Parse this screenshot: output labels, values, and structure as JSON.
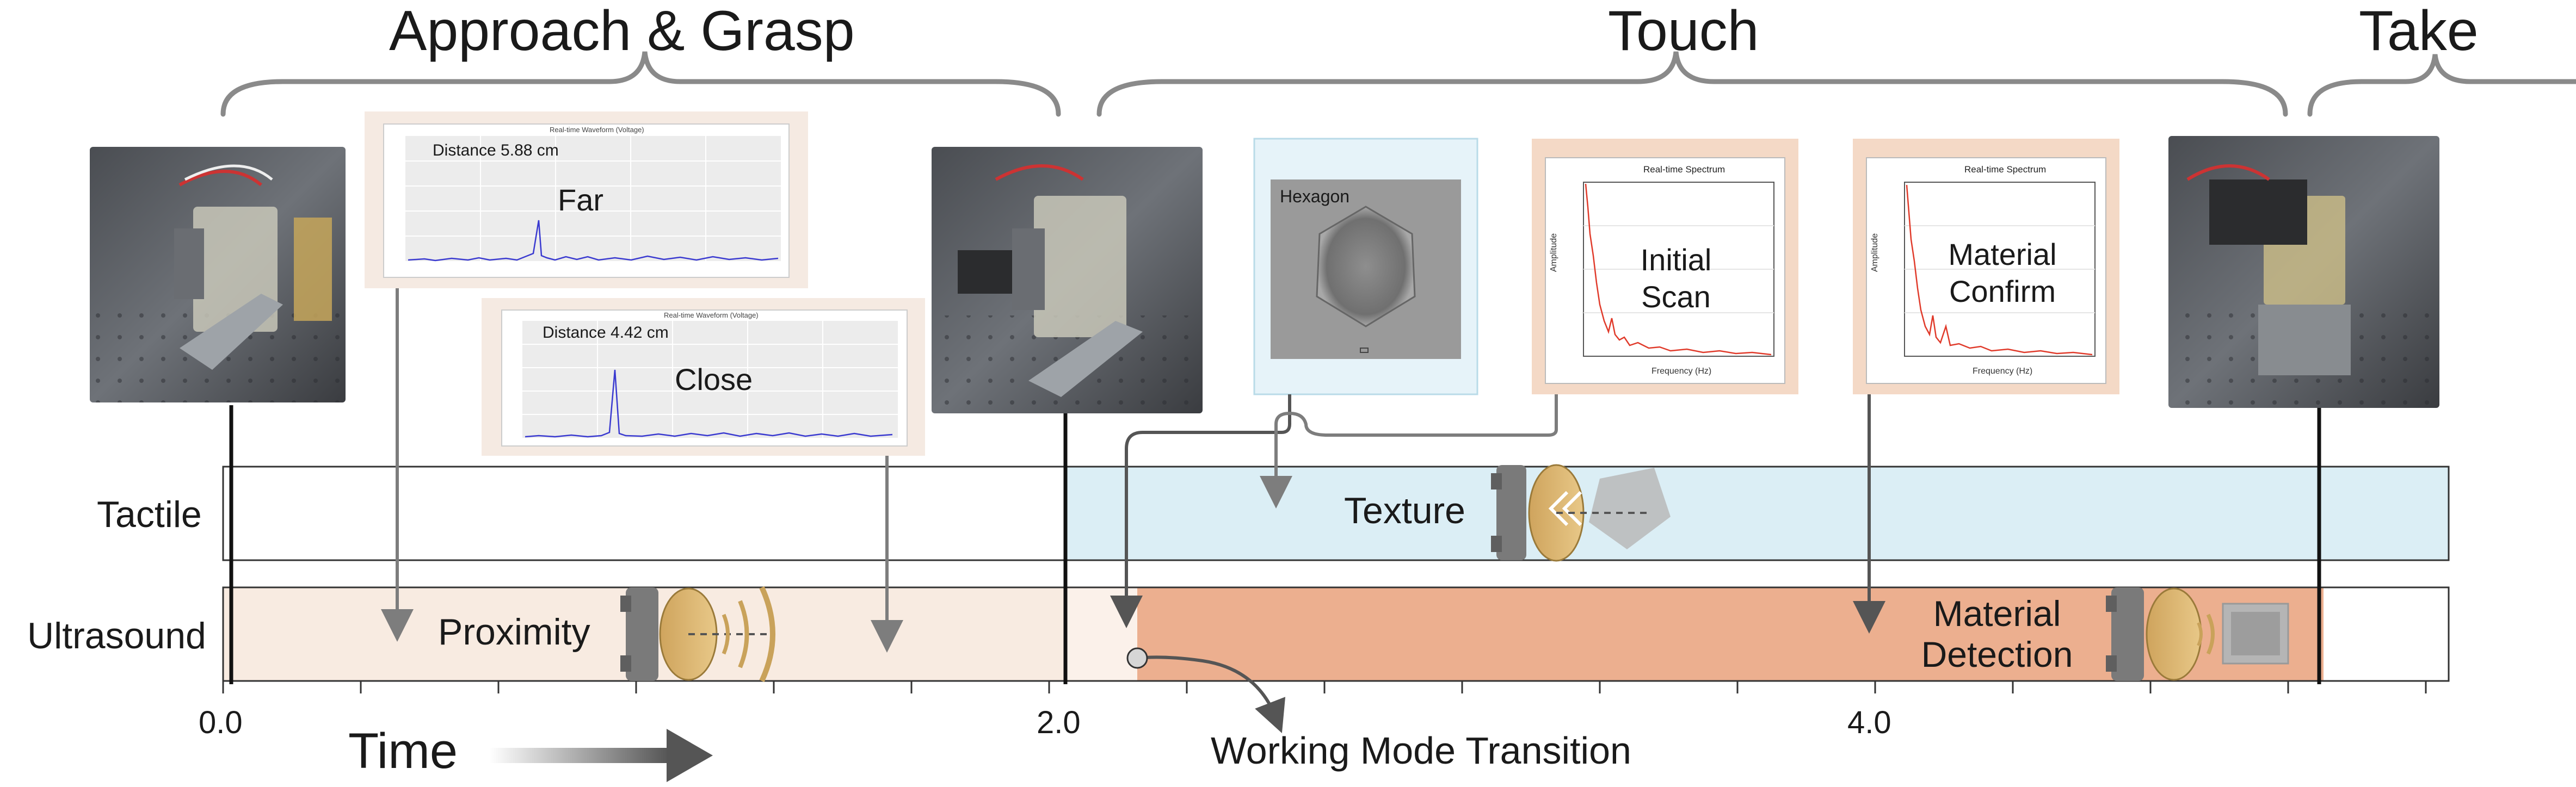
{
  "phases": {
    "approach": "Approach & Grasp",
    "touch": "Touch",
    "take": "Take"
  },
  "rows": {
    "tactile": "Tactile",
    "ultrasound": "Ultrasound"
  },
  "modes": {
    "texture": "Texture",
    "proximity": "Proximity",
    "material_line1": "Material",
    "material_line2": "Detection"
  },
  "axis": {
    "ticks": [
      "0.0",
      "2.0",
      "4.0"
    ],
    "time_label": "Time",
    "transition_label": "Working Mode Transition"
  },
  "insets": {
    "far": {
      "header": "Real-time Waveform (Voltage)",
      "distance": "Distance 5.88 cm",
      "label": "Far"
    },
    "close": {
      "header": "Real-time Waveform (Voltage)",
      "distance": "Distance 4.42 cm",
      "label": "Close"
    },
    "hexagon": {
      "label": "Hexagon"
    },
    "initial_scan": {
      "header": "Real-time Spectrum",
      "line1": "Initial",
      "line2": "Scan",
      "xlabel": "Frequency (Hz)",
      "ylabel": "Amplitude"
    },
    "material_confirm": {
      "header": "Real-time Spectrum",
      "line1": "Material",
      "line2": "Confirm",
      "xlabel": "Frequency (Hz)",
      "ylabel": "Amplitude"
    }
  },
  "colors": {
    "tactile_band": "#dbeef5",
    "proximity_band": "#f8ebe1",
    "material_band": "#ecaf8f",
    "peach_frame": "#f4d9c6",
    "light_frame": "#f5eae2",
    "blue_frame": "#e6f3f9",
    "waveform": "#3a3ad0",
    "spectrum": "#e03a2a",
    "brace": "#8a8a8a",
    "arrow": "#7d7d7d"
  }
}
